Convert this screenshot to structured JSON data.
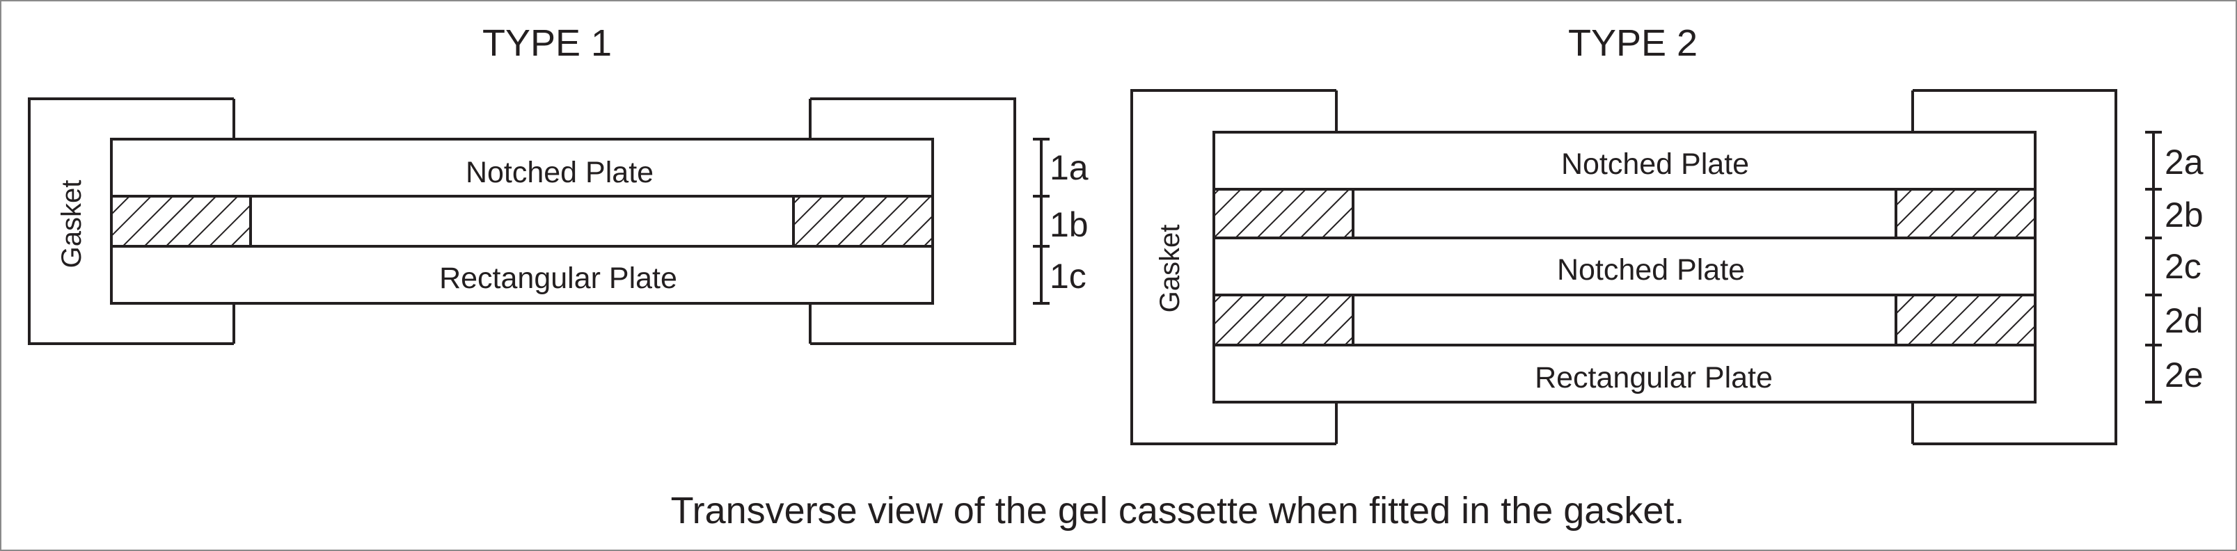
{
  "type1": {
    "title": "TYPE 1",
    "gasket_label": "Gasket",
    "plates": [
      "Notched Plate",
      "Rectangular Plate"
    ],
    "layers": [
      "1a",
      "1b",
      "1c"
    ]
  },
  "type2": {
    "title": "TYPE 2",
    "gasket_label": "Gasket",
    "plates": [
      "Notched Plate",
      "Notched Plate",
      "Rectangular Plate"
    ],
    "layers": [
      "2a",
      "2b",
      "2c",
      "2d",
      "2e"
    ]
  },
  "caption": "Transverse view of the gel cassette when fitted in the gasket.",
  "colors": {
    "line": "#231f20",
    "background": "#ffffff"
  }
}
